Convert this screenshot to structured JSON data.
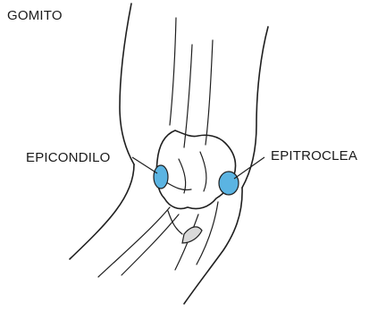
{
  "diagram": {
    "title": "GOMITO",
    "labels": {
      "left": "EPICONDILO",
      "right": "EPITROCLEA"
    },
    "highlight_color": "#5bb4e2"
  }
}
